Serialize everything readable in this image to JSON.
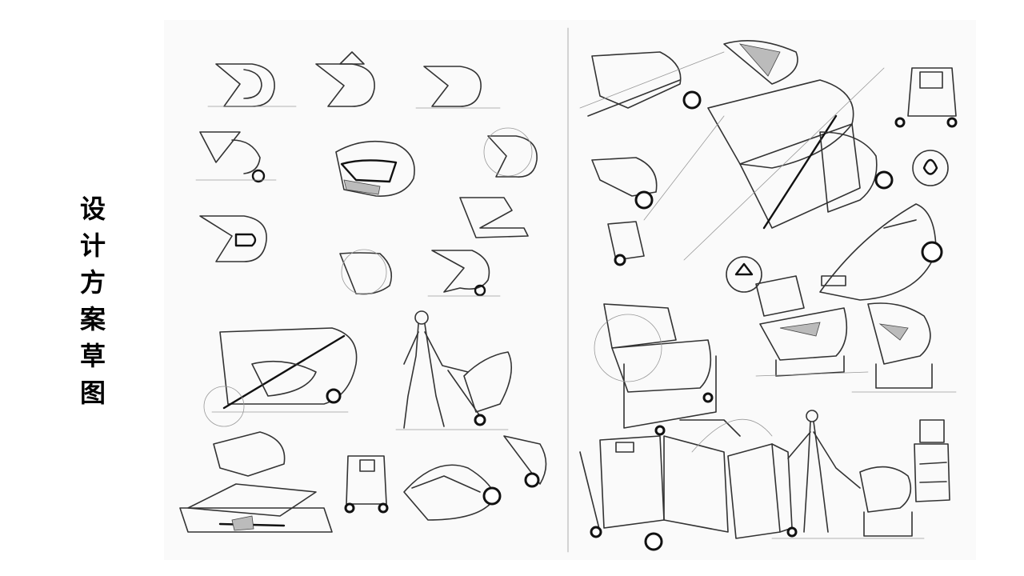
{
  "page": {
    "title_chars": [
      "设",
      "计",
      "方",
      "案",
      "草",
      "图"
    ]
  },
  "sketch_sheet": {
    "icons": {
      "logo_sketches": "logo-sketch-icon",
      "cart_sketches": "cart-sketch-icon",
      "person_figures": "person-figure-icon"
    }
  }
}
